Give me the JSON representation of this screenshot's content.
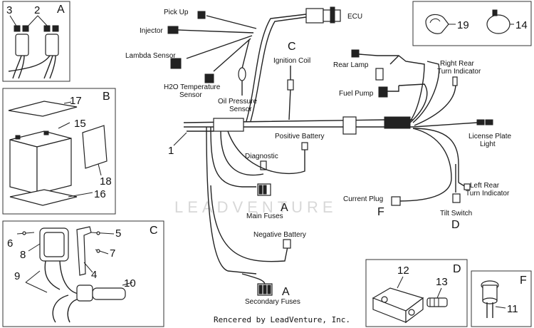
{
  "diagram": {
    "component_labels": {
      "pick_up": "Pick Up",
      "injector": "Injector",
      "lambda_sensor": "Lambda Sensor",
      "h2o_sensor_1": "H2O Temperature",
      "h2o_sensor_2": "Sensor",
      "oil_sensor_1": "Oil Pressure",
      "oil_sensor_2": "Sensor",
      "ecu": "ECU",
      "ignition_coil": "Ignition Coil",
      "rear_lamp": "Rear Lamp",
      "fuel_pump": "Fuel Pump",
      "right_rear_1": "Right Rear",
      "right_rear_2": "Turn Indicator",
      "license_1": "License Plate",
      "license_2": "Light",
      "left_rear_1": "Left Rear",
      "left_rear_2": "Turn Indicator",
      "positive_battery": "Positive Battery",
      "diagnostic": "Diagnostic",
      "main_fuses": "Main Fuses",
      "negative_battery": "Negative Battery",
      "secondary_fuses": "Secondary Fuses",
      "current_plug": "Current Plug",
      "tilt_switch": "Tilt Switch"
    },
    "section_letters": {
      "ignition_coil": "C",
      "main_fuses": "A",
      "secondary_fuses": "A",
      "current_plug": "F",
      "tilt_switch": "D"
    },
    "callouts": {
      "harness": "1",
      "fuse_holder_a": "2",
      "fuse_holder_b": "3",
      "clip_19": "19",
      "clip_14": "14"
    },
    "boxes": {
      "A": {
        "letter": "A",
        "nums": [
          "3",
          "2"
        ]
      },
      "B": {
        "letter": "B",
        "nums": [
          "17",
          "15",
          "18",
          "16"
        ]
      },
      "C": {
        "letter": "C",
        "nums": [
          "6",
          "8",
          "9",
          "5",
          "7",
          "4",
          "10"
        ]
      },
      "D": {
        "letter": "D",
        "nums": [
          "12",
          "13"
        ]
      },
      "F": {
        "letter": "F",
        "nums": [
          "11"
        ]
      }
    },
    "watermark": "LEADVENTURE",
    "footer": "Rencered by LeadVenture, Inc."
  }
}
